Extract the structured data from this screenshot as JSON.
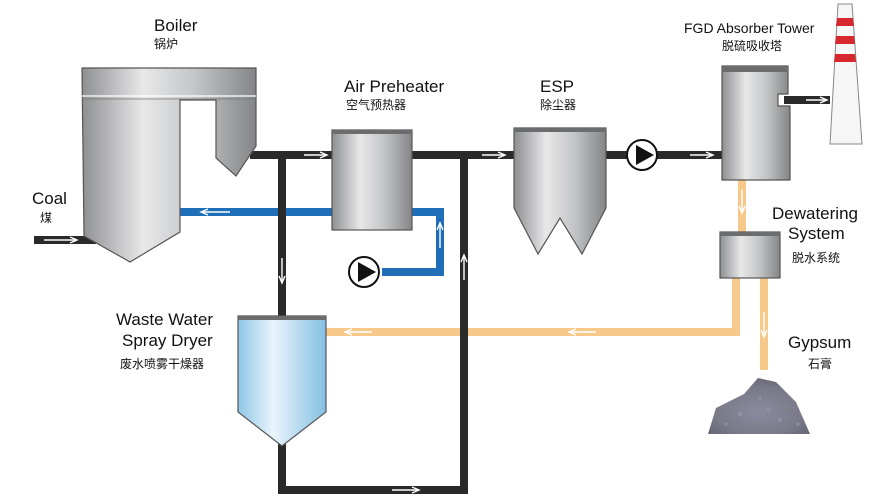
{
  "colors": {
    "flue_gas": "#2a2a2a",
    "water": "#1f6fb8",
    "slurry": "#f6c98a",
    "equipment": "#a9aaac",
    "dryer": "#bfe0f2",
    "stack_red": "#d6282e"
  },
  "labels": {
    "boiler": {
      "en": "Boiler",
      "cn": "锅炉"
    },
    "coal": {
      "en": "Coal",
      "cn": "煤"
    },
    "air_preheater": {
      "en": "Air Preheater",
      "cn": "空气预热器"
    },
    "esp": {
      "en": "ESP",
      "cn": "除尘器"
    },
    "fgd": {
      "en": "FGD Absorber Tower",
      "cn": "脱硫吸收塔"
    },
    "dewatering": {
      "en_line1": "Dewatering",
      "en_line2": "System",
      "cn": "脱水系统"
    },
    "dryer": {
      "en_line1": "Waste Water",
      "en_line2": "Spray Dryer",
      "cn": "废水喷雾干燥器"
    },
    "gypsum": {
      "en": "Gypsum",
      "cn": "石膏"
    }
  },
  "icons": {
    "pump": "pump-icon",
    "gypsum_pile": "gypsum-pile-icon",
    "stack": "chimney-stack-icon"
  }
}
